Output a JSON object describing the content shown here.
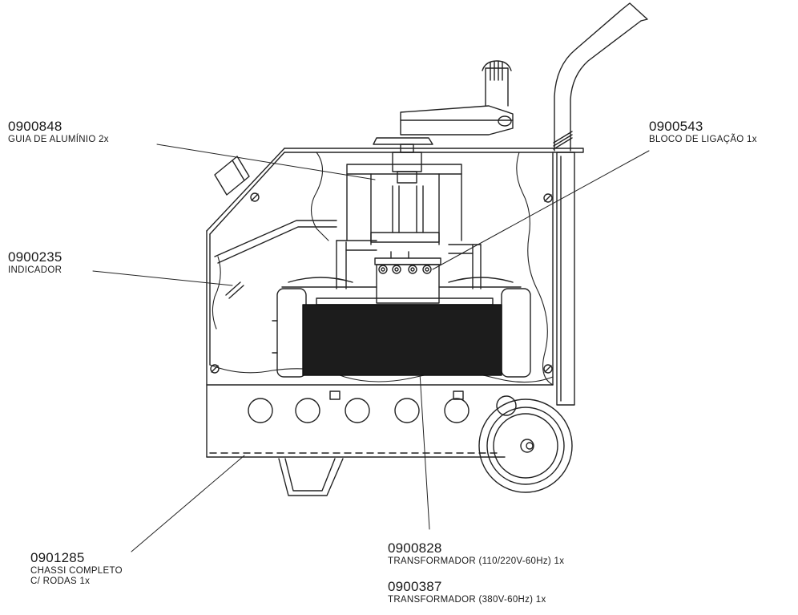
{
  "parts": [
    {
      "code": "0900848",
      "desc": "GUIA DE ALUMÍNIO 2x"
    },
    {
      "code": "0900543",
      "desc": "BLOCO DE LIGAÇÃO 1x"
    },
    {
      "code": "0900235",
      "desc": "INDICADOR"
    },
    {
      "code": "0901285",
      "desc": "CHASSI COMPLETO",
      "desc2": "C/ RODAS 1x"
    },
    {
      "code": "0900828",
      "desc": "TRANSFORMADOR (110/220V-60Hz) 1x"
    },
    {
      "code": "0900387",
      "desc": "TRANSFORMADOR (380V-60Hz) 1x"
    }
  ]
}
